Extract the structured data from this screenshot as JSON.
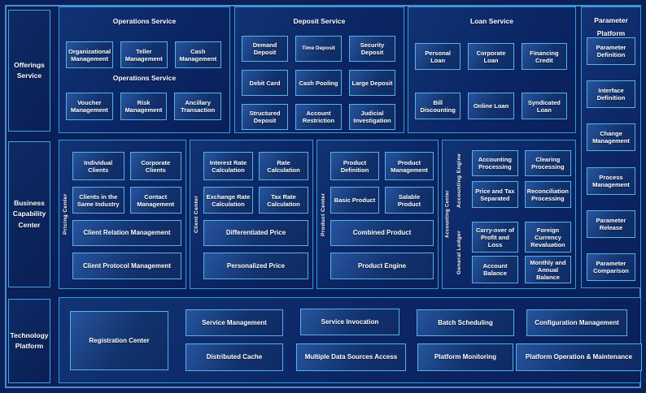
{
  "colors": {
    "page_bg": "#0a2058",
    "frame_border": "#4e8ecd",
    "panel_border": "#2e9ce2",
    "box_border": "#56b2e8",
    "box_fill_light": "#27549e",
    "box_fill_dark": "#0e2a64",
    "text": "#ffffff"
  },
  "left_labels": {
    "offerings": "Offerings Service",
    "business": "Business Capability Center",
    "technology": "Technology Platform"
  },
  "top_row": {
    "operations": {
      "title": "Operations Service",
      "watermark": "Operations Service",
      "row1": [
        "Organizational Management",
        "Teller Management",
        "Cash Management"
      ],
      "row2": [
        "Voucher Management",
        "Risk Management",
        "Ancillary Transaction"
      ]
    },
    "deposit": {
      "title": "Deposit Service",
      "row1": [
        "Demand Deposit",
        "Time Deposit",
        "Security Deposit"
      ],
      "row2": [
        "Debit Card",
        "Cash Pooling",
        "Large Deposit"
      ],
      "row3": [
        "Structured Deposit",
        "Account Restriction",
        "Judicial Investigation"
      ]
    },
    "loan": {
      "title": "Loan Service",
      "row1": [
        "Personal Loan",
        "Corporate Loan",
        "Financing Credit"
      ],
      "row2": [
        "Bill Discounting",
        "Online Loan",
        "Syndicated Loan"
      ]
    }
  },
  "parameter_platform": {
    "title_line1": "Parameter",
    "title_line2": "Platform",
    "items": [
      "Parameter Definition",
      "Interface Definition",
      "Change Management",
      "Process Management",
      "Parameter Release",
      "Parameter Comparison"
    ]
  },
  "middle_row": {
    "pricing_center": {
      "label": "Pricing Center",
      "small_boxes": [
        "Individual Clients",
        "Corporate Clients",
        "Clients in the Same Industry",
        "Contact Management"
      ],
      "wide_boxes": [
        "Client Relation Management",
        "Client Protocol Management"
      ]
    },
    "client_center": {
      "label": "Client Center",
      "small_boxes": [
        "Interest Rate Calculation",
        "Rate Calculation",
        "Exchange Rate Calculation",
        "Tax Rate Calculation"
      ],
      "wide_boxes": [
        "Differentiated Price",
        "Personalized Price"
      ]
    },
    "product_center": {
      "label": "Product Center",
      "small_boxes": [
        "Product Definition",
        "Product Management",
        "Basic Product",
        "Salable Product"
      ],
      "wide_boxes": [
        "Combined Product",
        "Product Engine"
      ]
    },
    "accounting_center": {
      "label": "Accounting Center",
      "engine": {
        "label": "Accounting Engine",
        "boxes": [
          "Accounting Processing",
          "Clearing Processing",
          "Price and Tax Separated",
          "Reconciliation Processing"
        ]
      },
      "ledger": {
        "label": "General Ledger",
        "boxes": [
          "Carry-over of Profit and Loss",
          "Foreign Currency Revaluation",
          "Account Balance",
          "Monthly and Annual Balance"
        ]
      }
    }
  },
  "bottom_row": {
    "registration": "Registration Center",
    "columns": [
      {
        "top": "Service Management",
        "bottom": "Distributed Cache"
      },
      {
        "top": "Service Invocation",
        "bottom": "Multiple Data Sources Access"
      },
      {
        "top": "Batch Scheduling",
        "bottom": "Platform Monitoring"
      },
      {
        "top": "Configuration Management",
        "bottom": "Platform Operation & Maintenance"
      }
    ]
  }
}
